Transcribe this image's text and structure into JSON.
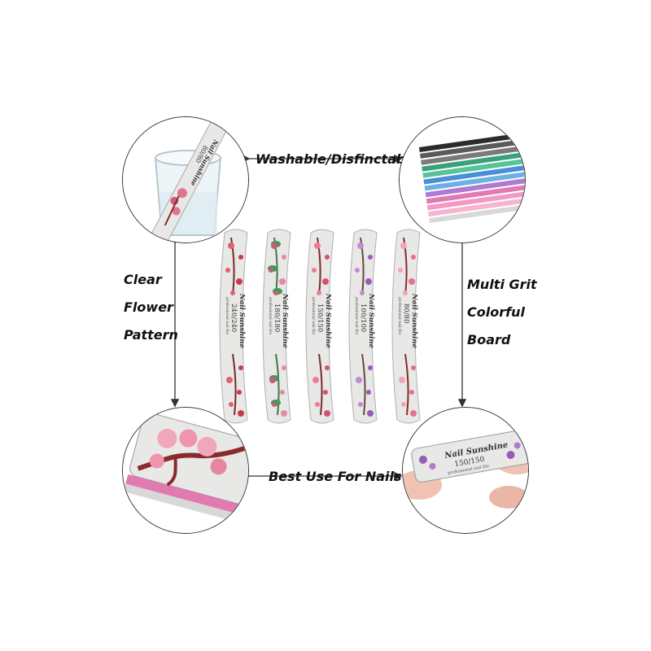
{
  "labels": {
    "top": "Washable/Disfinctable",
    "bottom": "Best Use For Nails",
    "left": [
      "Clear",
      "Flower",
      "Pattern"
    ],
    "right": [
      "Multi Grit",
      "Colorful",
      "Board"
    ]
  },
  "brand": "Nail Sunshine",
  "tagline": "professional nail file",
  "files": [
    {
      "grit": "240/240",
      "flower": "red-plum"
    },
    {
      "grit": "180/180",
      "flower": "green-lotus"
    },
    {
      "grit": "150/150",
      "flower": "pink-cherry"
    },
    {
      "grit": "100/100",
      "flower": "purple-flower"
    },
    {
      "grit": "80/80",
      "flower": "pink-blossom"
    }
  ],
  "circles": {
    "top_left_grit": "80/80",
    "bottom_right_grit": "150/150"
  },
  "colors": {
    "file_base": "#e8e8e6",
    "red_flower": "#c83a4a",
    "green_leaf": "#3f9a55",
    "pink_flower": "#e2738e",
    "purple_flower": "#9a5ab8",
    "branch": "#8a2b2b",
    "arrow": "#333333"
  }
}
